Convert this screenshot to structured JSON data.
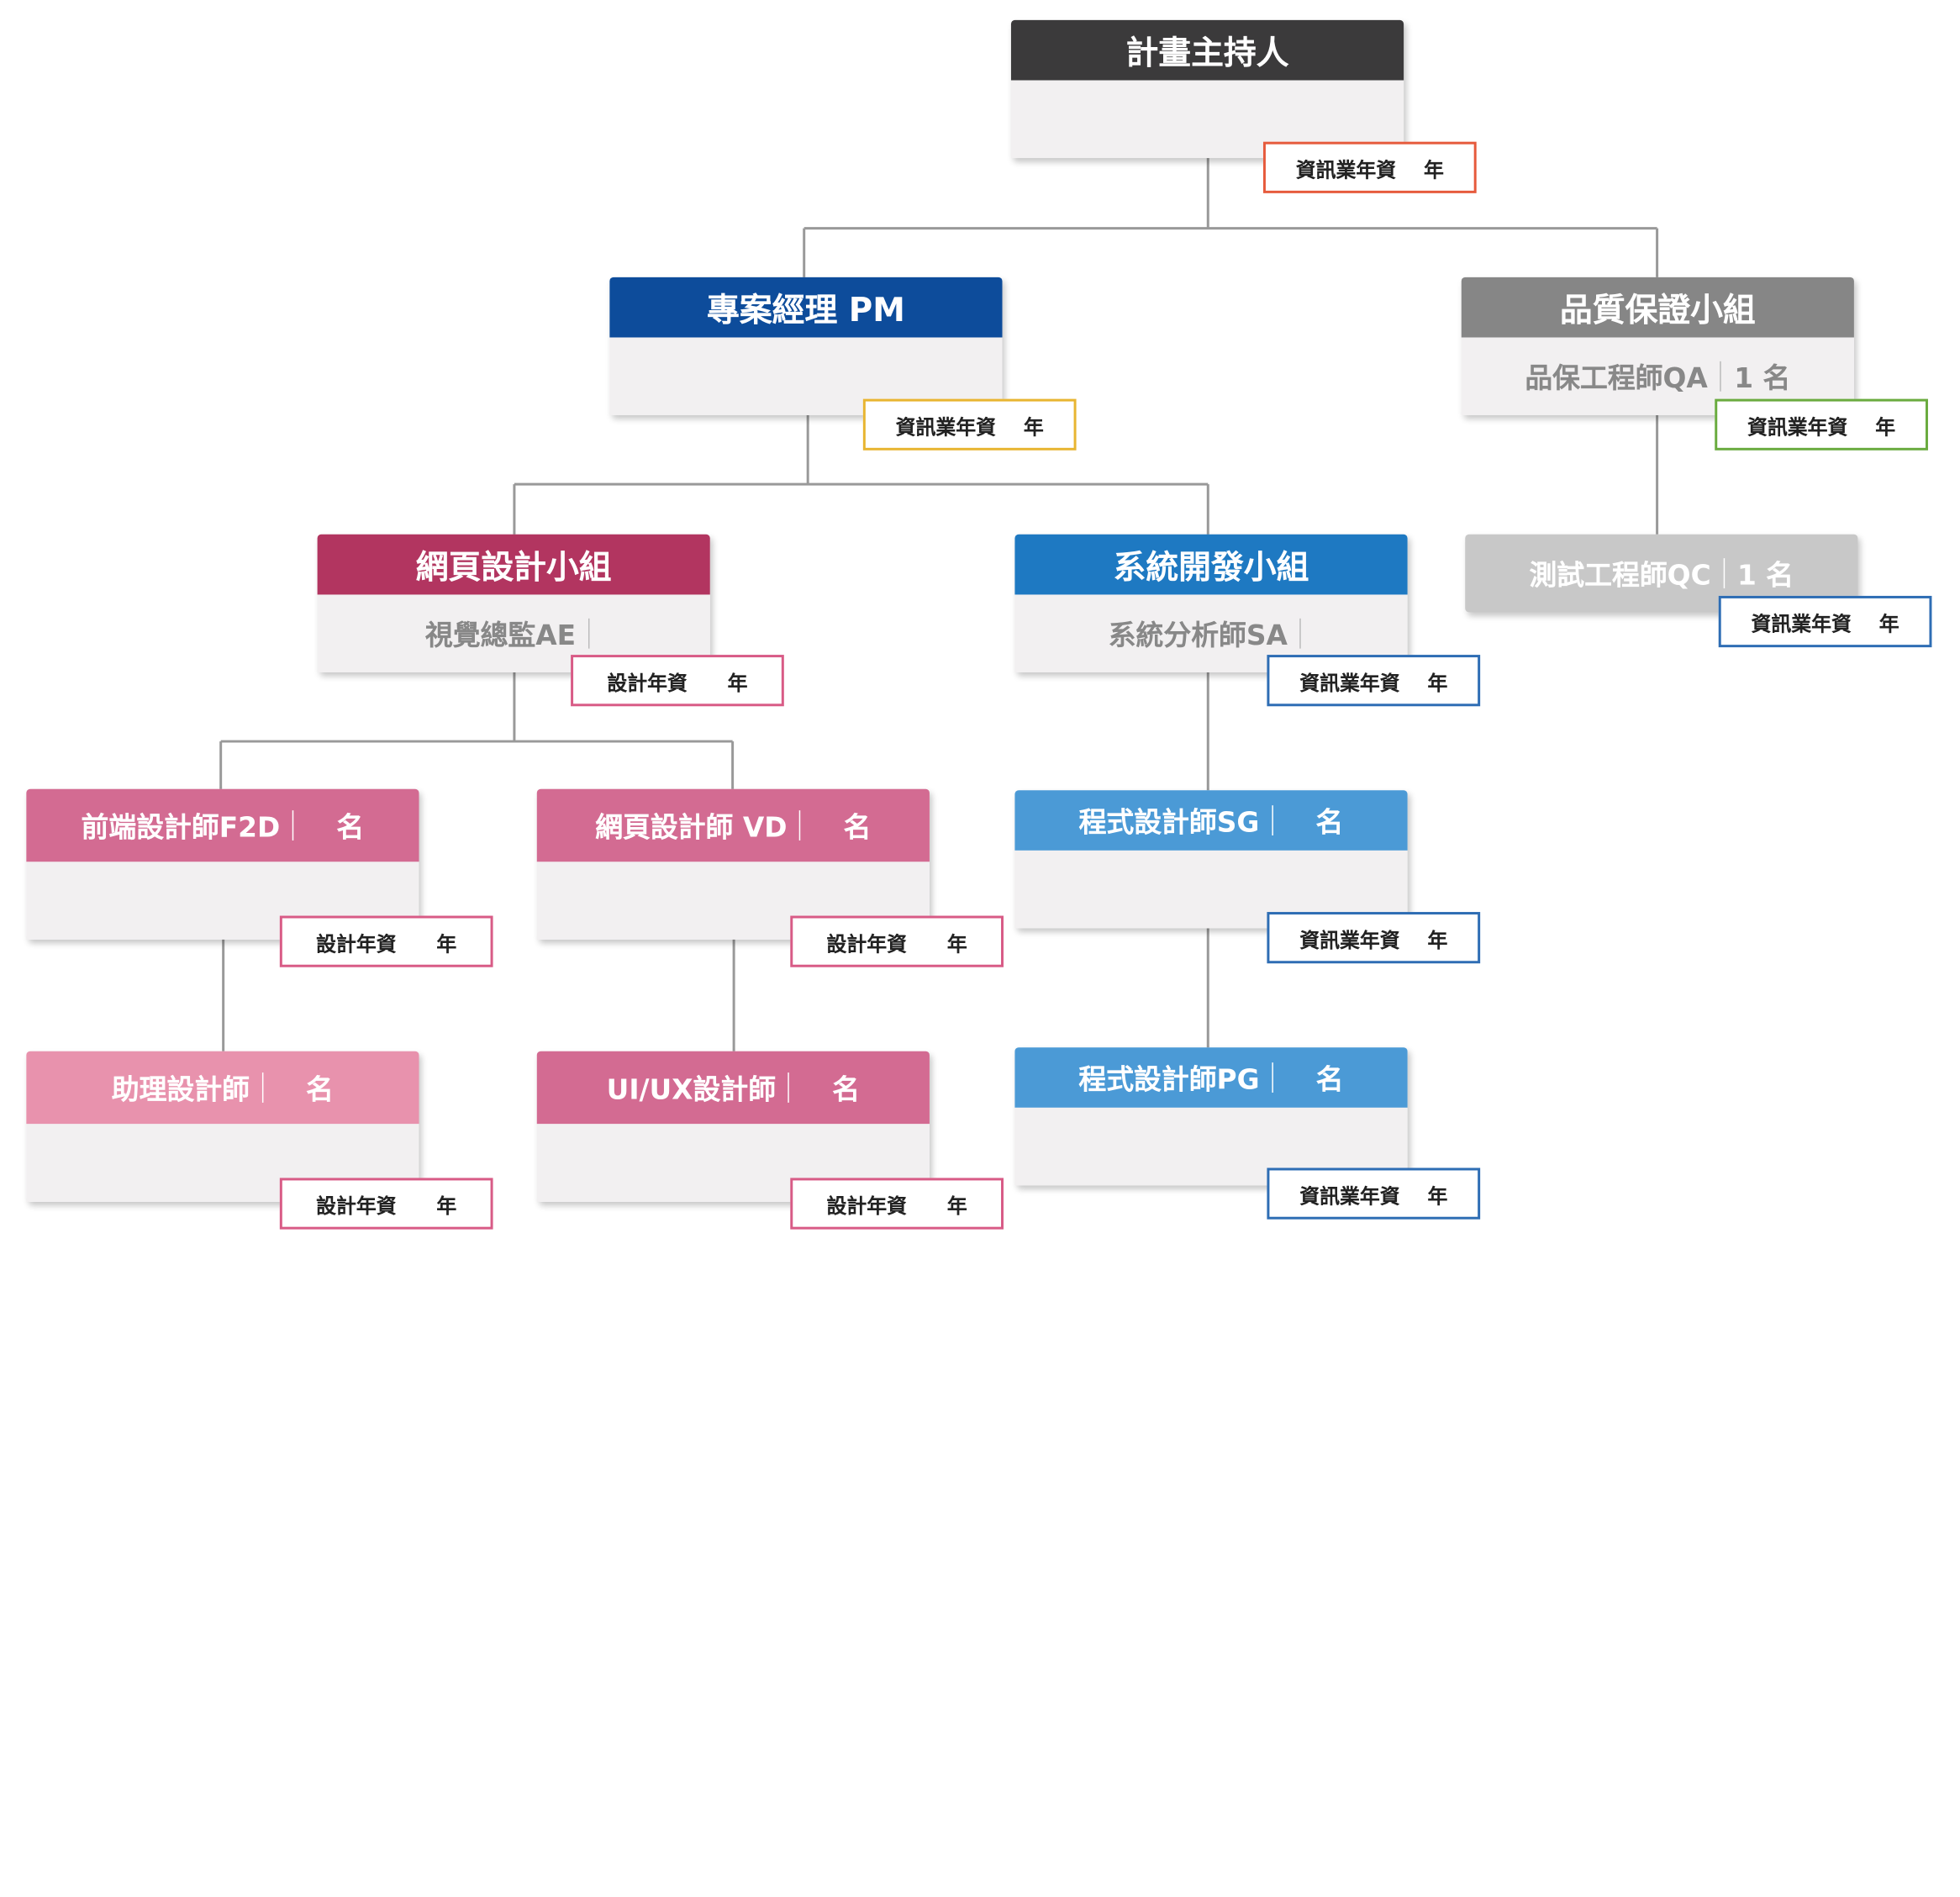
{
  "colors": {
    "director": "#3b3a3b",
    "pm": "#0d4c9b",
    "qa": "#868686",
    "qc": "#c8c8c8",
    "web": "#b23560",
    "web_sub": "#d36b92",
    "web_assist": "#e892ad",
    "sys": "#1e79c2",
    "sys_sub": "#4b9ad6",
    "connector": "#999999",
    "badge_orange": "#e65a3c",
    "badge_yellow": "#e8b531",
    "badge_green": "#6aab3f",
    "badge_blue": "#2e6db4",
    "badge_pink": "#d85b86"
  },
  "nodes": {
    "director": {
      "title": "計畫主持人"
    },
    "pm": {
      "title": "專案經理 PM"
    },
    "qa": {
      "title": "品質保證小組",
      "role": "品保工程師QA",
      "count": "1 名"
    },
    "qc": {
      "role": "測試工程師QC",
      "count": "1 名"
    },
    "web_team": {
      "title": "網頁設計小組",
      "role": "視覺總監AE"
    },
    "sys_team": {
      "title": "系統開發小組",
      "role": "系統分析師SA"
    },
    "f2d": {
      "title": "前端設計師F2D",
      "count": "名"
    },
    "vd": {
      "title": "網頁設計師 VD",
      "count": "名"
    },
    "sg": {
      "title": "程式設計師SG",
      "count": "名"
    },
    "assistant": {
      "title": "助理設計師",
      "count": "名"
    },
    "uiux": {
      "title": "UI/UX設計師",
      "count": "名"
    },
    "pg": {
      "title": "程式設計師PG",
      "count": "名"
    }
  },
  "badges": {
    "it_label": "資訊業年資",
    "design_label": "設計年資",
    "unit": "年"
  }
}
